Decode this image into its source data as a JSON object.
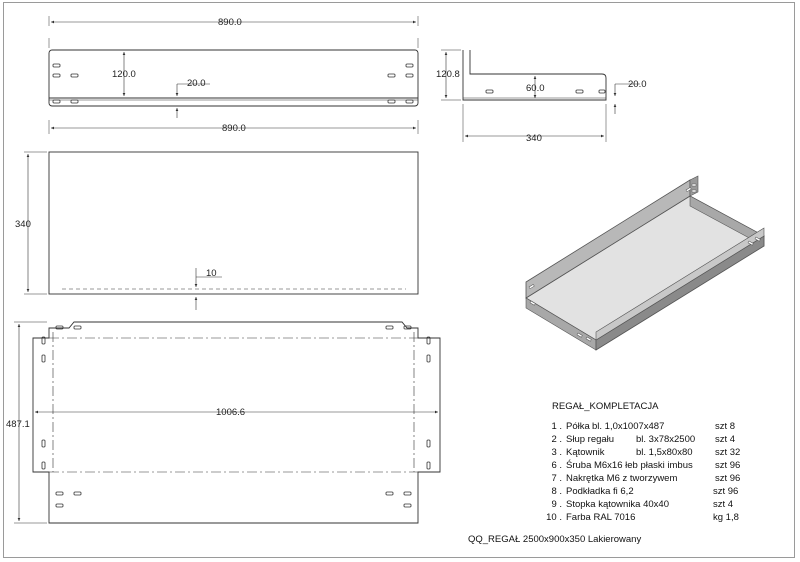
{
  "drawing": {
    "top_view_width": "890.0",
    "top_view_height": "120.0",
    "top_view_flange": "20.0",
    "side_view_height": "120.8",
    "side_view_inner": "60.0",
    "side_view_flange": "20.0",
    "side_view_depth": "340",
    "front_view_width": "890.0",
    "front_view_height": "340",
    "front_view_gap": "10",
    "flat_width": "1006.6",
    "flat_height": "487.1"
  },
  "bom": {
    "title": "REGAŁ_KOMPLETACJA",
    "items": [
      {
        "num": "1 .",
        "name": "Półka",
        "spec": "bl. 1,0x1007x487",
        "qty": "szt  8"
      },
      {
        "num": "2 .",
        "name": "Słup regału",
        "spec": "bl. 3x78x2500",
        "qty": "szt  4"
      },
      {
        "num": "3 .",
        "name": "Kątownik",
        "spec": "bl. 1,5x80x80",
        "qty": "szt  32"
      },
      {
        "num": "6 .",
        "name": "Śruba M6x16 łeb płaski imbus",
        "spec": "",
        "qty": "szt  96"
      },
      {
        "num": "7 .",
        "name": "Nakrętka  M6 z tworzywem",
        "spec": "",
        "qty": "szt  96"
      },
      {
        "num": "8 .",
        "name": "Podkładka fi 6,2",
        "spec": "",
        "qty": "szt 96"
      },
      {
        "num": "9 .",
        "name": "Stopka kątownika 40x40",
        "spec": "",
        "qty": "szt 4"
      },
      {
        "num": "10 .",
        "name": "Farba RAL 7016",
        "spec": "",
        "qty": "kg 1,8"
      }
    ]
  },
  "footer": {
    "title": "QQ_REGAŁ 2500x900x350 Lakierowany"
  },
  "colors": {
    "line": "#333333",
    "shelf_surface": "#e2e2e2",
    "shelf_edge": "#8a8a8a"
  }
}
